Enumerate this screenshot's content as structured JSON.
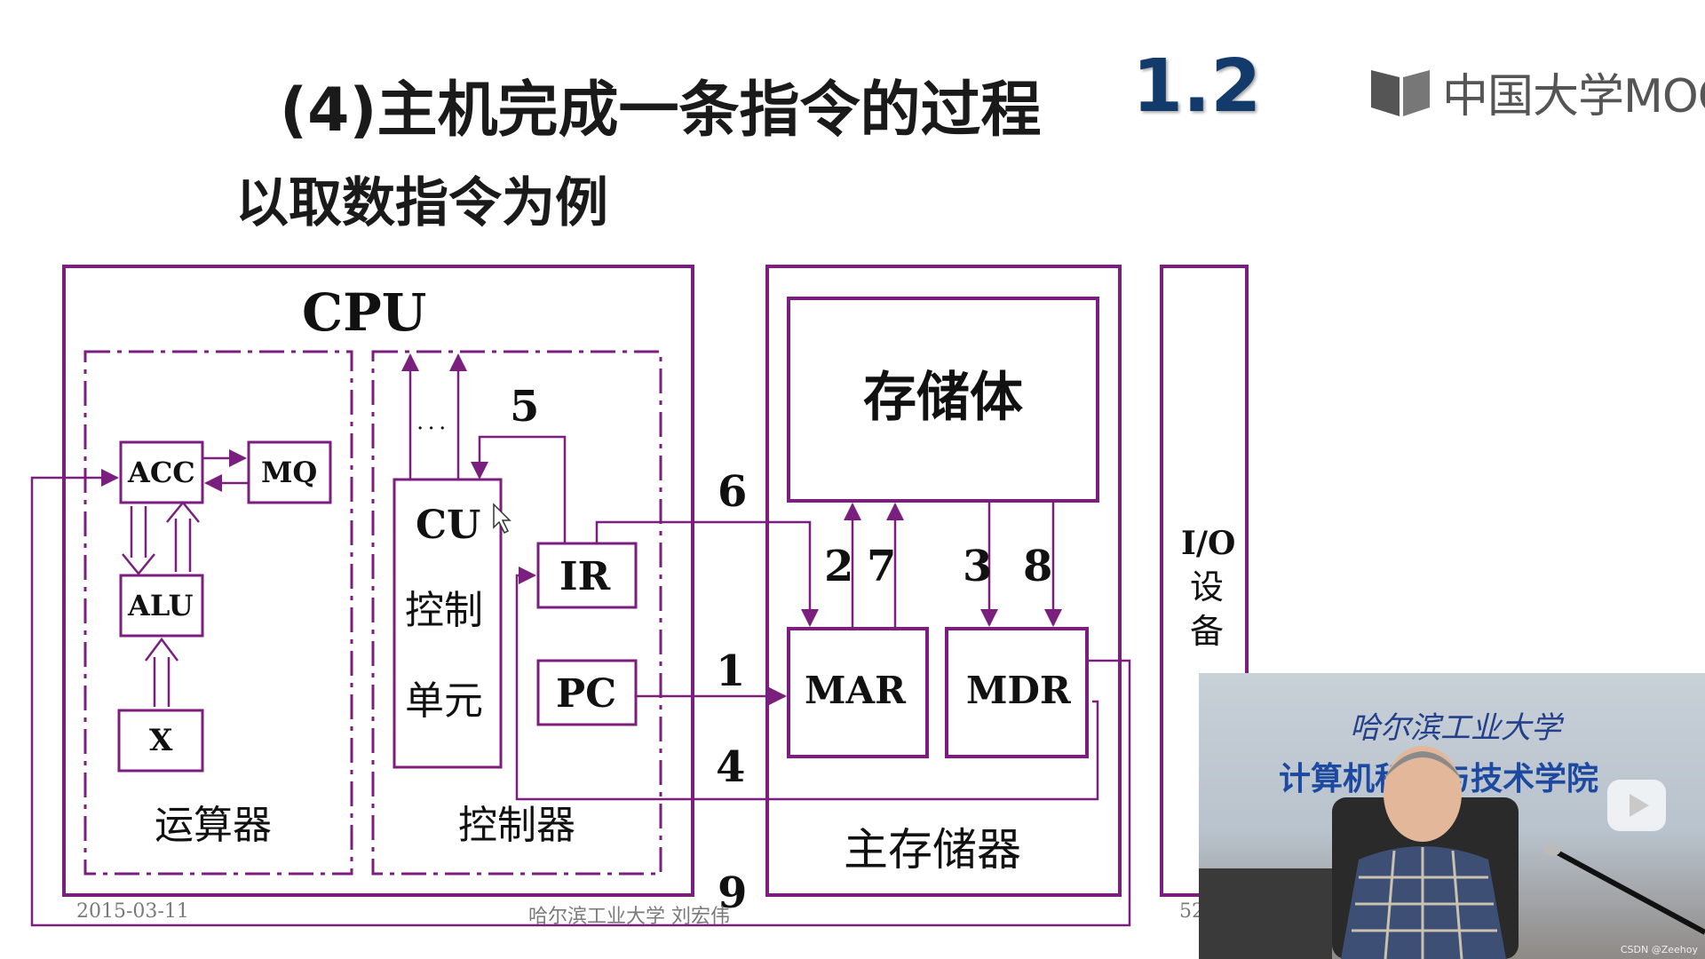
{
  "slide": {
    "title": "(4)主机完成一条指令的过程",
    "number": "1.2",
    "subtitle": "以取数指令为例",
    "logo_text": "中国大学MOOC",
    "footer_date": "2015-03-11",
    "footer_author": "哈尔滨工业大学  刘宏伟",
    "footer_page": "52"
  },
  "diagram": {
    "cpu_label": "CPU",
    "acc": "ACC",
    "mq": "MQ",
    "alu": "ALU",
    "x": "X",
    "cu": "CU",
    "cu_ctrl": "控制",
    "cu_unit": "单元",
    "ir": "IR",
    "pc": "PC",
    "ellipsis": "· · ·",
    "alu_group": "运算器",
    "control_group": "控制器",
    "storage": "存储体",
    "mar": "MAR",
    "mdr": "MDR",
    "main_memory": "主存储器",
    "io_line1": "I/O",
    "io_line2": "设",
    "io_line3": "备",
    "steps": [
      "1",
      "2",
      "7",
      "3",
      "8",
      "4",
      "5",
      "6",
      "9"
    ]
  },
  "webcam": {
    "school": "哈尔滨工业大学",
    "college": "计算机科学与技术学院",
    "credit": "CSDN @Zeehoy"
  },
  "colors": {
    "diagram_line": "#7b1f7e",
    "arrow": "#7b1f7e"
  }
}
